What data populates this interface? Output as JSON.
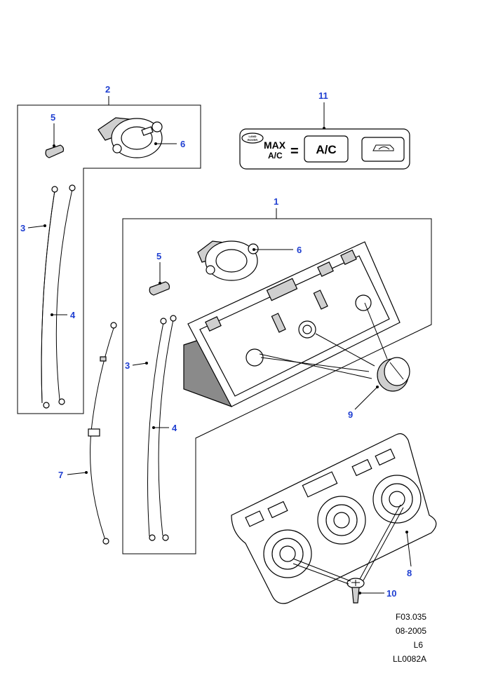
{
  "callouts": {
    "c1": "1",
    "c2": "2",
    "c3a": "3",
    "c3b": "3",
    "c4a": "4",
    "c4b": "4",
    "c5a": "5",
    "c5b": "5",
    "c6a": "6",
    "c6b": "6",
    "c7": "7",
    "c8": "8",
    "c9": "9",
    "c10": "10",
    "c11": "11"
  },
  "label_panel": {
    "logo_top": "LAND",
    "logo_bottom": "ROVER",
    "max": "MAX",
    "ac_small": "A/C",
    "equals": "=",
    "ac_button": "A/C"
  },
  "footer": {
    "code": "F03.035",
    "date": "08-2005",
    "model": "L6",
    "ref": "LL0082A"
  },
  "colors": {
    "callout": "#1f3fd1",
    "line": "#000000"
  }
}
